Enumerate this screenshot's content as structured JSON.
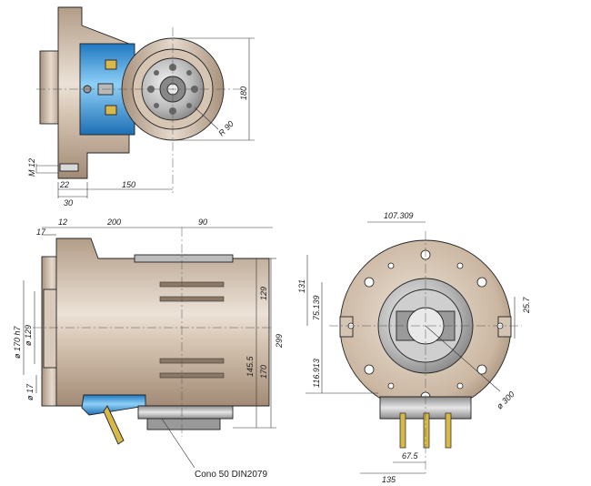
{
  "views": {
    "top": {
      "dims": {
        "height_180": "180",
        "radius": "R 90",
        "thread": "M 12",
        "d22": "22",
        "d30": "30",
        "d150": "150"
      }
    },
    "side": {
      "dims": {
        "d17_top": "17",
        "d12": "12",
        "d200": "200",
        "d90": "90",
        "dia170": "ø 170 h7",
        "dia129": "ø 129",
        "dia17": "ø 17",
        "d129": "129",
        "d299": "299",
        "d145_5": "145.5",
        "d170": "170"
      },
      "note": "Cono 50 DIN2079"
    },
    "front": {
      "dims": {
        "d107_309": "107.309",
        "d131": "131",
        "d75_139": "75.139",
        "d116_913": "116.913",
        "d25_7": "25.7",
        "dia300": "ø 300",
        "d67_5": "67.5",
        "d135": "135"
      }
    }
  },
  "colors": {
    "body": "#cdb9a4",
    "body_light": "#e3d6c8",
    "body_dark": "#a8927d",
    "blue": "#2d8fd6",
    "blue_light": "#7fc4f2",
    "steel": "#9a9a9a",
    "steel_light": "#d9d9d9",
    "brass": "#d9b84a"
  }
}
